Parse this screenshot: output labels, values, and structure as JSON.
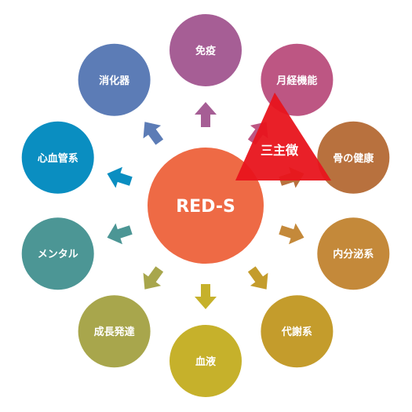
{
  "center": {
    "label": "RED-S",
    "color": "#ee6a45"
  },
  "triad": {
    "label": "三主徴",
    "color": "#e8141c"
  },
  "nodes": [
    {
      "label": "免疫",
      "color": "#a65e95"
    },
    {
      "label": "月経機能",
      "color": "#bd5683"
    },
    {
      "label": "骨の健康",
      "color": "#b8713e"
    },
    {
      "label": "内分泌系",
      "color": "#c4893a"
    },
    {
      "label": "代謝系",
      "color": "#c49c2c"
    },
    {
      "label": "血液",
      "color": "#c6b12b"
    },
    {
      "label": "成長発達",
      "color": "#a8a64c"
    },
    {
      "label": "メンタル",
      "color": "#4c9695"
    },
    {
      "label": "心血管系",
      "color": "#0a8ec1"
    },
    {
      "label": "消化器",
      "color": "#5c7cb6"
    }
  ]
}
